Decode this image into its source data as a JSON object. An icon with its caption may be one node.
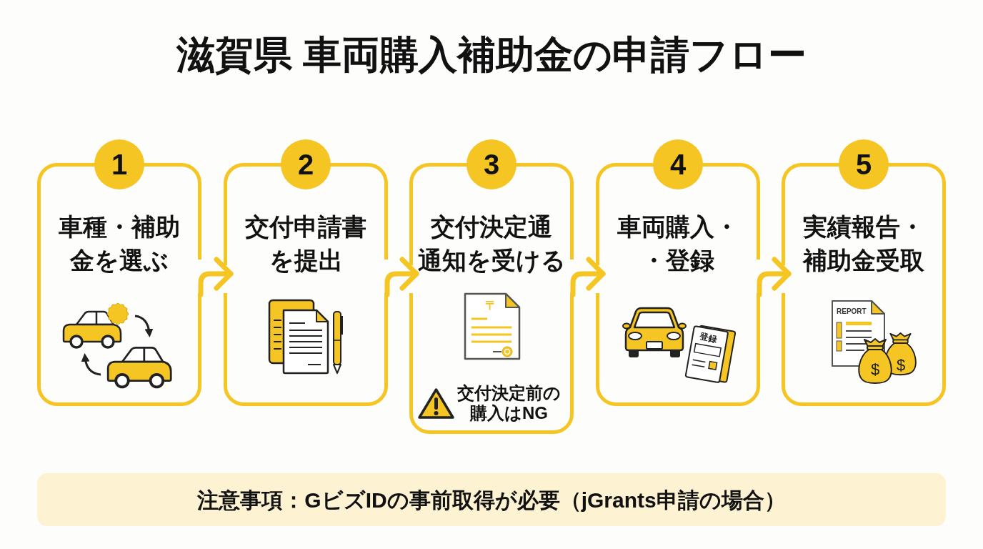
{
  "diagram": {
    "title": "滋賀県 車両購入補助金の申請フロー",
    "nodes": [
      {
        "text": [
          "1"
        ]
      },
      {
        "text": [
          "車種・補助金を選ぶ"
        ]
      },
      {
        "text": [
          "2"
        ]
      },
      {
        "text": [
          "交付申請書を提出"
        ]
      },
      {
        "text": [
          "3"
        ]
      },
      {
        "text": [
          "交付決定通通知を受ける",
          "交付決定前の購入はNG"
        ]
      },
      {
        "text": [
          "4"
        ]
      },
      {
        "text": [
          "車両購入・・登録"
        ]
      },
      {
        "text": [
          "5"
        ]
      },
      {
        "text": [
          "実績報告・補助金受取"
        ]
      },
      {
        "text": [
          "注意事項：GビズIDの事前取得が必要（jGrants申請の場合）"
        ]
      }
    ],
    "edges": [
      {
        "from": 1,
        "to": 3,
        "arrow": "to"
      },
      {
        "from": 3,
        "to": 5,
        "arrow": "to"
      },
      {
        "from": 5,
        "to": 7,
        "arrow": "to"
      },
      {
        "from": 7,
        "to": 9,
        "arrow": "to"
      }
    ],
    "labels": [
      "〒",
      "登録",
      "REPORT",
      "$",
      "$"
    ]
  }
}
